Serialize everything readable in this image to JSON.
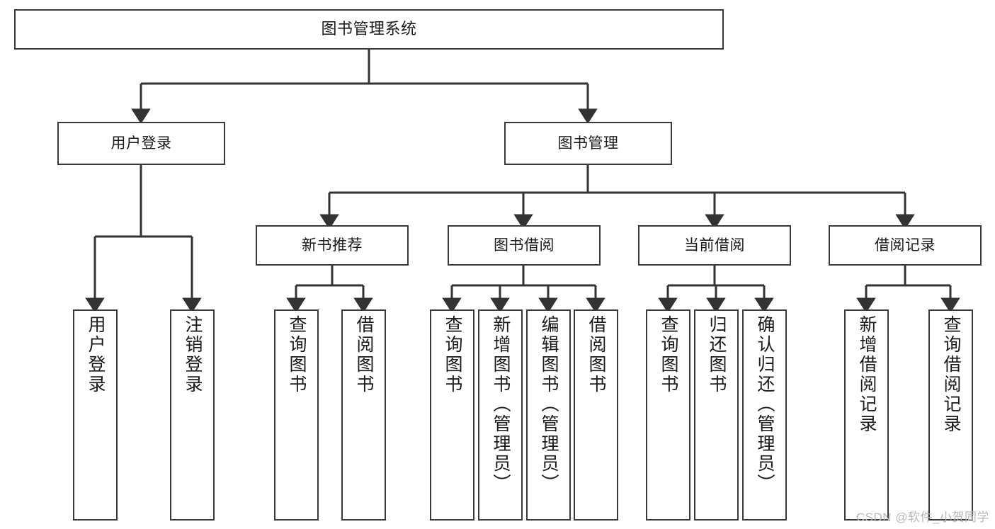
{
  "diagram": {
    "title": "图书管理系统",
    "type": "tree-hierarchy",
    "watermark": "CSDN @软件_小贺同学",
    "colors": {
      "box_border": "#3a3a3a",
      "box_fill": "#ffffff",
      "edge": "#333333",
      "text": "#1a1a1a",
      "watermark": "#b9b9b9",
      "background": "#ffffff"
    },
    "nodes": {
      "root": {
        "label": "图书管理系统",
        "level": 0
      },
      "user_login": {
        "label": "用户登录",
        "level": 1
      },
      "book_manage": {
        "label": "图书管理",
        "level": 1
      },
      "new_book_rec": {
        "label": "新书推荐",
        "level": 2
      },
      "book_borrow": {
        "label": "图书借阅",
        "level": 2
      },
      "current_borrow": {
        "label": "当前借阅",
        "level": 2
      },
      "borrow_record": {
        "label": "借阅记录",
        "level": 2
      },
      "leaf_user_login": {
        "label": "用户登录",
        "level": 2
      },
      "leaf_logout": {
        "label": "注销登录",
        "level": 2
      },
      "leaf_query_book_1": {
        "label": "查询图书",
        "level": 3
      },
      "leaf_borrow_book_1": {
        "label": "借阅图书",
        "level": 3
      },
      "leaf_query_book_2": {
        "label": "查询图书",
        "level": 3
      },
      "leaf_add_book": {
        "label": "新增图书（管理员）",
        "level": 3
      },
      "leaf_edit_book": {
        "label": "编辑图书（管理员）",
        "level": 3
      },
      "leaf_borrow_book_2": {
        "label": "借阅图书",
        "level": 3
      },
      "leaf_query_book_3": {
        "label": "查询图书",
        "level": 3
      },
      "leaf_return_book": {
        "label": "归还图书",
        "level": 3
      },
      "leaf_confirm_return": {
        "label": "确认归还（管理员）",
        "level": 3
      },
      "leaf_add_record": {
        "label": "新增借阅记录",
        "level": 3
      },
      "leaf_query_record": {
        "label": "查询借阅记录",
        "level": 3
      }
    },
    "hierarchy": [
      {
        "label": "图书管理系统",
        "children": [
          {
            "label": "用户登录",
            "children": [
              {
                "label": "用户登录"
              },
              {
                "label": "注销登录"
              }
            ]
          },
          {
            "label": "图书管理",
            "children": [
              {
                "label": "新书推荐",
                "children": [
                  {
                    "label": "查询图书"
                  },
                  {
                    "label": "借阅图书"
                  }
                ]
              },
              {
                "label": "图书借阅",
                "children": [
                  {
                    "label": "查询图书"
                  },
                  {
                    "label": "新增图书（管理员）"
                  },
                  {
                    "label": "编辑图书（管理员）"
                  },
                  {
                    "label": "借阅图书"
                  }
                ]
              },
              {
                "label": "当前借阅",
                "children": [
                  {
                    "label": "查询图书"
                  },
                  {
                    "label": "归还图书"
                  },
                  {
                    "label": "确认归还（管理员）"
                  }
                ]
              },
              {
                "label": "借阅记录",
                "children": [
                  {
                    "label": "新增借阅记录"
                  },
                  {
                    "label": "查询借阅记录"
                  }
                ]
              }
            ]
          }
        ]
      }
    ]
  }
}
